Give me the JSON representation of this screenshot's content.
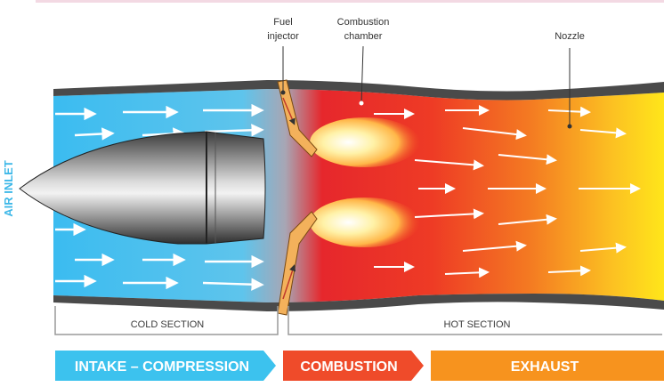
{
  "labels": {
    "fuel_injector": [
      "Fuel",
      "injector"
    ],
    "combustion_chamber": [
      "Combustion",
      "chamber"
    ],
    "nozzle": "Nozzle",
    "air_inlet": "AIR INLET"
  },
  "sections": {
    "cold": "COLD SECTION",
    "hot": "HOT SECTION"
  },
  "stages": [
    {
      "label": "INTAKE – COMPRESSION",
      "color": "#3cc2ee"
    },
    {
      "label": "COMBUSTION",
      "color": "#ef4b2a"
    },
    {
      "label": "EXHAUST",
      "color": "#f7931e"
    }
  ],
  "colors": {
    "cold_flow": "#3bbcf0",
    "combustion": "#e8262b",
    "exhaust_end": "#ffe01b",
    "casing": "#4a4a4a",
    "injector": "#f3b15b"
  }
}
